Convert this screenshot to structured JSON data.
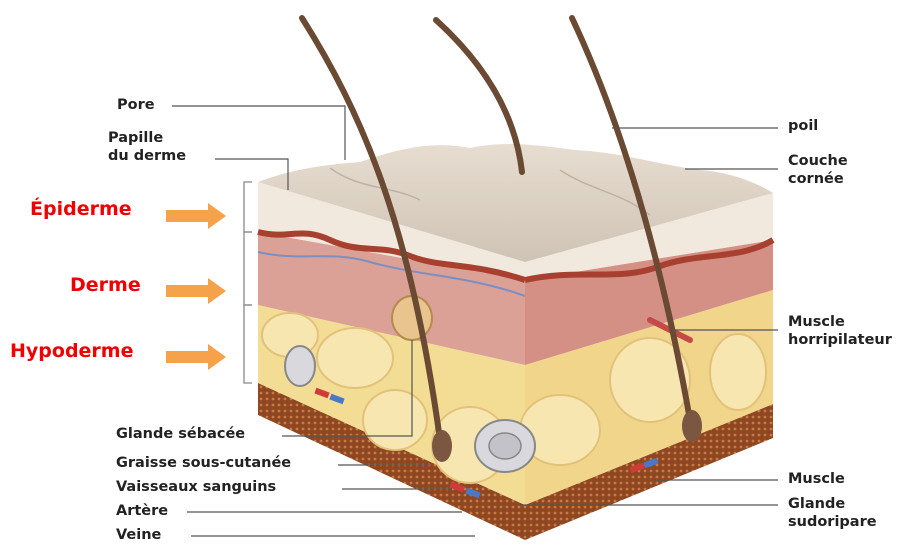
{
  "diagram": {
    "layer_labels": {
      "epidermis": "Épiderme",
      "dermis": "Derme",
      "hypodermis": "Hypoderme"
    },
    "left_labels": {
      "pore": "Pore",
      "papille_line1": "Papille",
      "papille_line2": "du derme",
      "glande_sebacee": "Glande sébacée",
      "graisse": "Graisse sous-cutanée",
      "vaisseaux": "Vaisseaux sanguins",
      "artere": "Artère",
      "veine": "Veine"
    },
    "right_labels": {
      "poil": "poil",
      "couche_line1": "Couche",
      "couche_line2": "cornée",
      "muscle_h_line1": "Muscle",
      "muscle_h_line2": "horripilateur",
      "muscle": "Muscle",
      "glande_sud_line1": "Glande",
      "glande_sud_line2": "sudoripare"
    },
    "colors": {
      "layer_label": "#f00000",
      "arrow": "#f5a24a",
      "epidermis": "#efe6da",
      "dermis": "#d99a90",
      "fat": "#f2d98e",
      "base": "#9b4e22",
      "hair": "#6b4a34"
    }
  }
}
